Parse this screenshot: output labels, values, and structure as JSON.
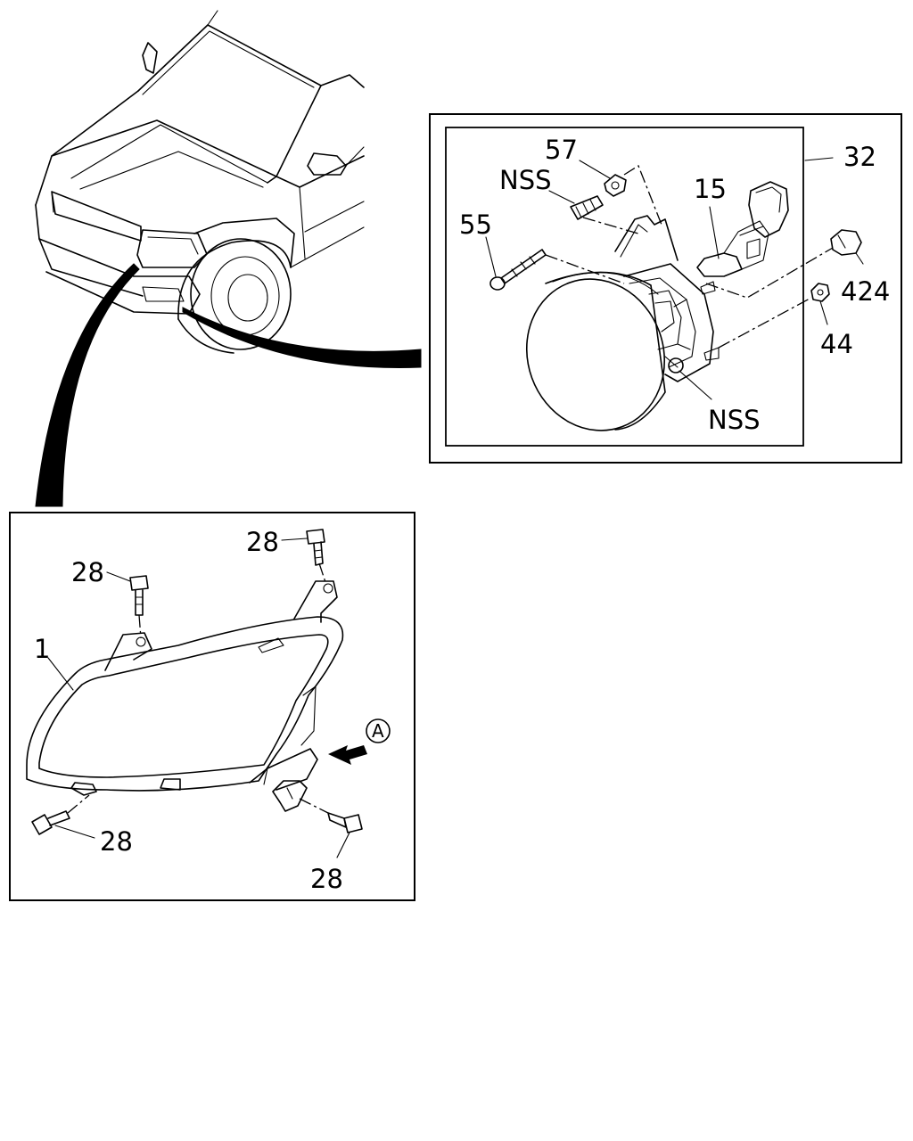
{
  "callouts": {
    "fog_assembly": "32",
    "fog_bracket_clip": "57",
    "nss_top": "NSS",
    "bulb": "15",
    "fog_bolt": "55",
    "grommet": "424",
    "nut": "44",
    "nss_bottom": "NSS",
    "headlamp": "1",
    "bolt_a": "28",
    "bolt_b": "28",
    "bolt_c": "28",
    "bolt_d": "28",
    "view_marker": "A"
  }
}
